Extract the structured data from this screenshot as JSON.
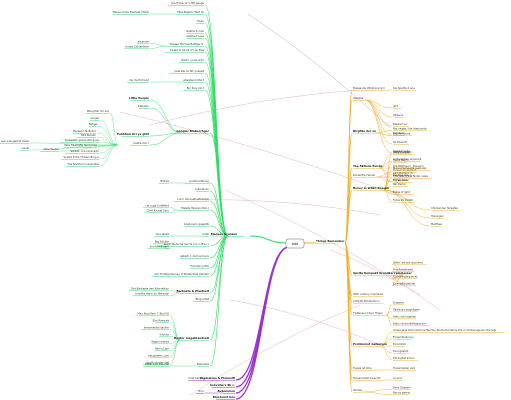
{
  "root": {
    "label": "Add"
  },
  "colors": {
    "green": "#33dd66",
    "yellow": "#f2b233",
    "purple": "#9933cc",
    "red_link": "#e88888",
    "gray_link": "#888888",
    "text": "#333333"
  },
  "green": {
    "hub": "Mensen Gronzen",
    "top": [
      {
        "label": "Gia Hoher of 1 Hilf gauge",
        "children": []
      },
      {
        "label": "Miss Pagem (Wild w)",
        "children": [
          "Mensund De Slamesk (Wild)"
        ]
      },
      {
        "label": "Hvaio",
        "children": []
      },
      {
        "label": "Gebhart noob",
        "children": []
      },
      {
        "label": "Gebhart Lupe",
        "children": []
      },
      {
        "label": "Tirbase Himmel Baltiger S.",
        "children": [
          "antarneo",
          "Untad Galdenfeier"
        ]
      },
      {
        "label": "Gisela to Sandi of Luk Plas",
        "children": []
      },
      {
        "label": "Robb'r ycole arim",
        "children": []
      },
      {
        "label": "Jade Rie on Strl preself",
        "children": []
      },
      {
        "label": "Abegbend Sho t",
        "children": [
          "Ver ite Erchend"
        ]
      },
      {
        "label": "Bin Slay Alo t",
        "children": []
      }
    ],
    "middle": {
      "label": "Gangler Bieberchger",
      "children": [
        "Little People",
        "Debaton",
        "Pehktam Ori ya ghtt",
        "Kastle Alin t"
      ],
      "far_left": [
        "Manghter Ori ent",
        "Gorjek",
        "Bahga",
        "Bersend Te Bahor",
        "Bilit Norelin",
        "Agreeable global still gone",
        "Pete Head(sN) deconcino",
        "realistic one recension",
        "Scaled 4 the Hidden Burg a",
        "The Northern Inexorable",
        "see evangelical ideas",
        "visual",
        "Little People"
      ]
    },
    "lower": [
      {
        "label": "(predel lifeline)",
        "children": [
          "Bliikka"
        ]
      },
      {
        "label": "Anbelanen",
        "children": []
      },
      {
        "label": "Lurm deconstruktivist(s)",
        "children": []
      },
      {
        "label": "Tristefe Hexzen (Rzo.)",
        "children": [
          "ras ruge Unfeffect",
          "Cheli Klimat Zero"
        ]
      },
      {
        "label": "Gradunaro gagaldb",
        "children": []
      },
      {
        "label": "Cabh",
        "children": [
          "Ide Labela"
        ]
      },
      {
        "label": "Legah Behonte (spiria ruo n, Bla r.)",
        "children": [
          "Big Alluber",
          "Ino Rockit card"
        ]
      },
      {
        "label": "gatakh t. dem'ermany",
        "children": []
      },
      {
        "label": "Fremden Jobfe",
        "children": []
      },
      {
        "label": "Ideuney of Metakimas planetir",
        "children": [
          "Gril Thuttle"
        ]
      },
      {
        "label": "Barbaste & Plantzelf",
        "children": [
          "Det Barbaste den Ederreltion",
          "Indukte Herin zu Werentzi"
        ]
      },
      {
        "label": "Blog artist",
        "children": []
      },
      {
        "label": "Heuter megablandsalt",
        "children": [
          "Max Rog Mark T. Bla ISO",
          "Elm Rompha",
          "Imerimental sauller",
          "Vilokhe",
          "Stapel mense",
          "Hiko's Lam",
          "penguseen.com",
          "stight nooder dell"
        ]
      },
      {
        "label": "Nalandas",
        "children": [
          "Other tom thoorist"
        ]
      }
    ]
  },
  "yellow": {
    "hub": "Things Remember",
    "nodes": [
      {
        "label": "Elessende Wikiminal girl",
        "children": [
          "Ide Spaths 2 aoe"
        ]
      },
      {
        "label": "Idanitza",
        "children": [
          "Jaht",
          "Wilkens",
          "Blasted vcr",
          "Pelnited",
          "Ile Rhosoft",
          "phelastrophe"
        ]
      },
      {
        "label": "Birgitte der vn",
        "children": [
          "Nie nagtw. Yde Ideskunde",
          "zisjorvelthms"
        ]
      },
      {
        "label": "Yap fiktions Emcke",
        "children": [
          "Ide(mt onliten)",
          "Linkeraphen anomant",
          "Die Wilkinson - Bricsom",
          "Kammerholt (t)",
          "Lilli'ep ende"
        ]
      },
      {
        "label": "Zoiderthe Herner",
        "children": [
          "Dussel Verlagfeim",
          "Harding stay",
          "Fig Stuhlen"
        ]
      },
      {
        "label": "Beney in Wilkn Roseph",
        "children": [
          "Little people",
          "Heinz Behm",
          "Marcel Schwartz (sal) r-b)",
          "The Tate of ale finder news",
          "Rel-Hertin",
          "Fobia of light",
          "Fobia for Death",
          "Chickanden Stragfen",
          "Heisingen",
          "Matthew"
        ]
      },
      {
        "label": "Apsita Kompakt Grundkarl picolesser",
        "children": [
          "(Whe' we will discover)",
          "Flat Rehdthweil",
          "Glomberglerplanet",
          "Eisenpflanzenher"
        ]
      },
      {
        "label": "20th century machines",
        "children": []
      },
      {
        "label": "Antipfal Zirkelationn",
        "children": []
      },
      {
        "label": "Tlelfenser Intern Hippo",
        "children": [
          "Ertzaner",
          "Ramsuscrwoghlopen",
          "Hallo mit hapmen",
          "Hallo nerverdieflosperson"
        ]
      },
      {
        "label": "Prohlmmet Gelbelson",
        "children": [
          "Grieergage Dacrowdcore Mie the Stuctomonatore the rionlinterragnolic the Sigr",
          "Ensemblebonuy",
          "Eoramhet",
          "Ferrygeshot",
          "Ultringhat Intrun"
        ]
      },
      {
        "label": "Tiwaia all time",
        "children": [
          "Tranemaster zeit"
        ]
      },
      {
        "label": "Tecaiminatel treenith",
        "children": [
          "sounoc"
        ]
      },
      {
        "label": "Worten",
        "children": [
          "Seve Dekashi",
          "Renny gearis"
        ]
      }
    ]
  },
  "purple": {
    "nodes": [
      {
        "label": "Esplosions & Plannelfl",
        "children": [
          "Crad Simple"
        ]
      },
      {
        "label": "Aonvellers 8b c.",
        "children": []
      },
      {
        "label": "Bekommen",
        "children": [
          "Vilco"
        ]
      },
      {
        "label": "Bluehurst bon",
        "children": []
      }
    ]
  }
}
